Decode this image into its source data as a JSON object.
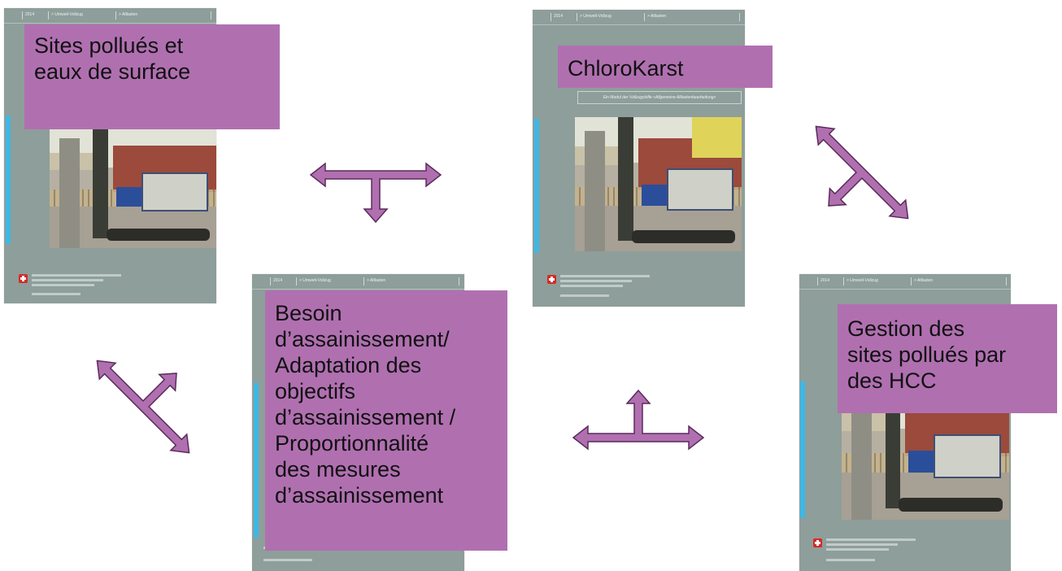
{
  "labels": {
    "top_left": "Sites pollués et\neaux de surface",
    "top_right": "ChloroKarst",
    "bottom_center": "Besoin\nd’assainissement/\nAdaptation des\nobjectifs\nd’assainissement /\nProportionnalité\ndes mesures\nd’assainissement",
    "bottom_right": "Gestion des\nsites pollués par\ndes HCC"
  },
  "cover": {
    "top_year": "2014",
    "top_section": "> Umwelt-Vollzug",
    "top_topic": "> Altlasten",
    "subtitle": "Ein Modul der Vollzugshilfe «Allgemeine Altlastenbearbeitung»"
  },
  "colors": {
    "label_fill": "#b070b0",
    "arrow_fill": "#b070b0",
    "arrow_stroke": "#5a2a5a",
    "cover_bg": "#8e9e9a",
    "cover_stripe": "#3fb7e4"
  },
  "icons": [
    "swiss-emblem-icon",
    "three-way-arrow-icon"
  ]
}
